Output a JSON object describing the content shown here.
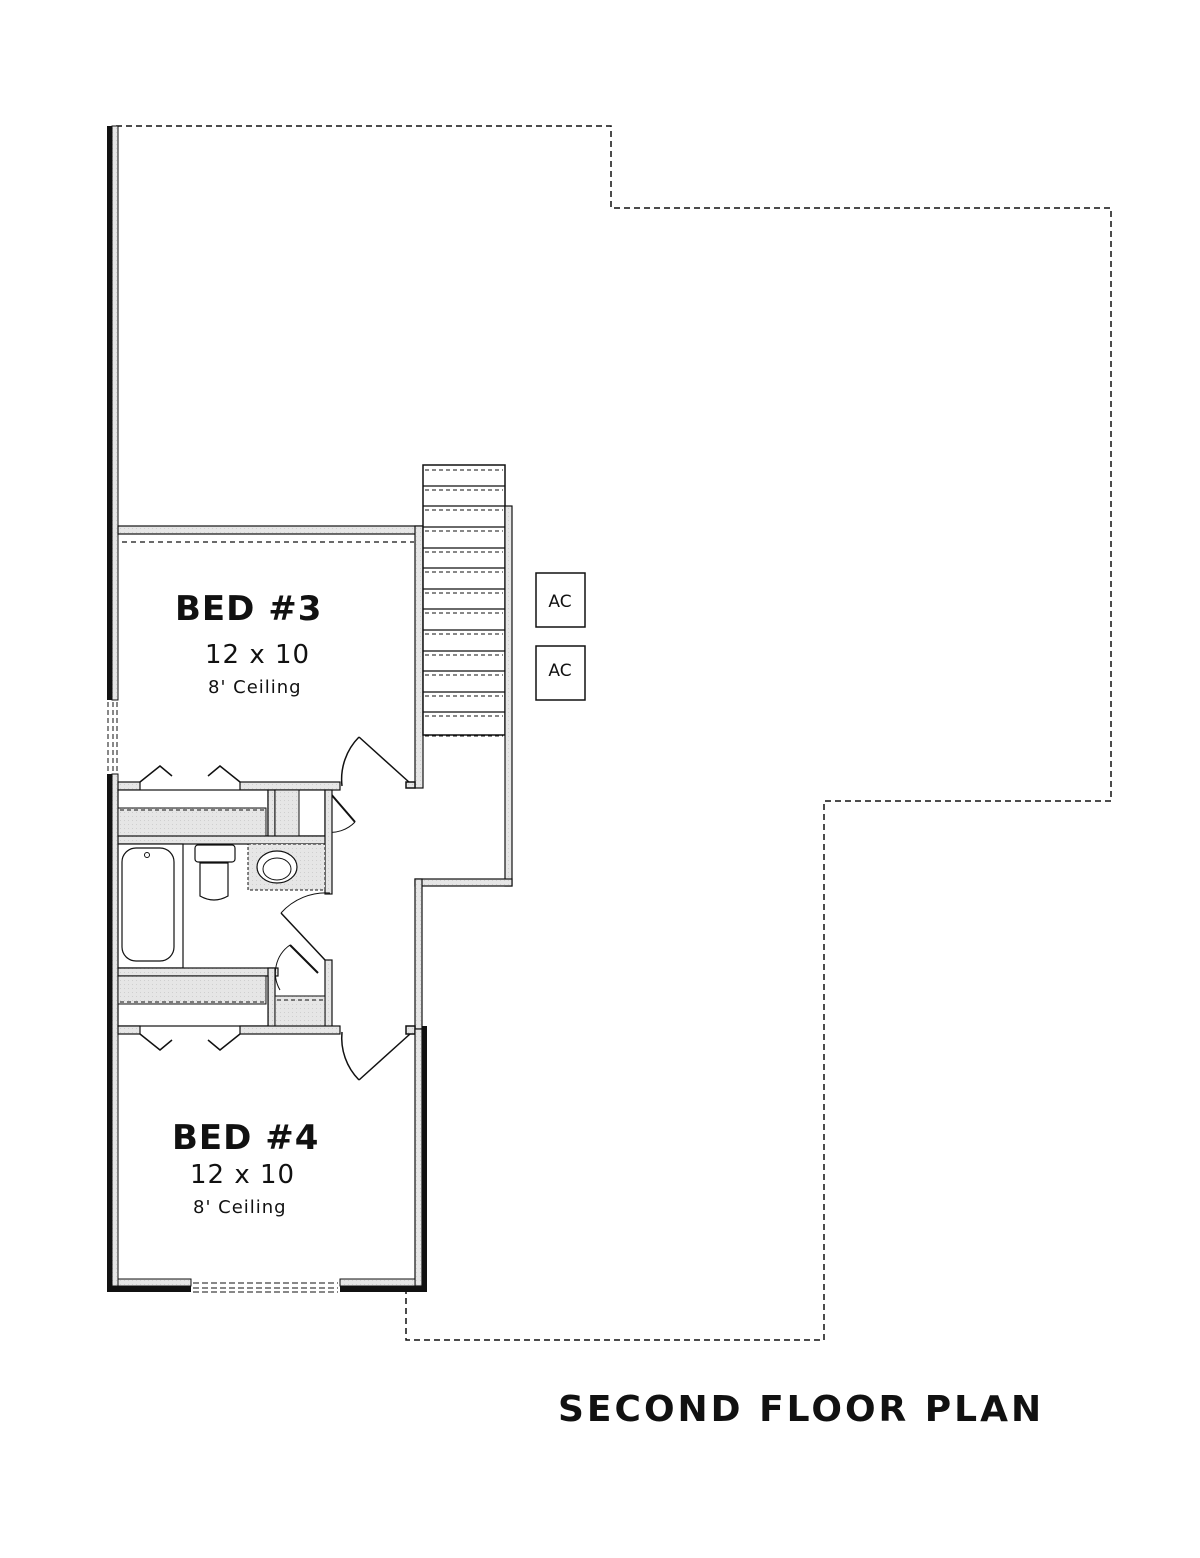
{
  "plan": {
    "title": "SECOND FLOOR PLAN",
    "rooms": [
      {
        "name": "BED #3",
        "size": "12 x 10",
        "ceiling": "8' Ceiling"
      },
      {
        "name": "BED #4",
        "size": "12 x 10",
        "ceiling": "8' Ceiling"
      }
    ],
    "equipment": [
      {
        "label": "AC"
      },
      {
        "label": "AC"
      }
    ],
    "colors": {
      "line": "#111111",
      "wall_fill": "#e4e4e4",
      "counter_fill": "#d8d8d8",
      "background": "#ffffff"
    }
  }
}
